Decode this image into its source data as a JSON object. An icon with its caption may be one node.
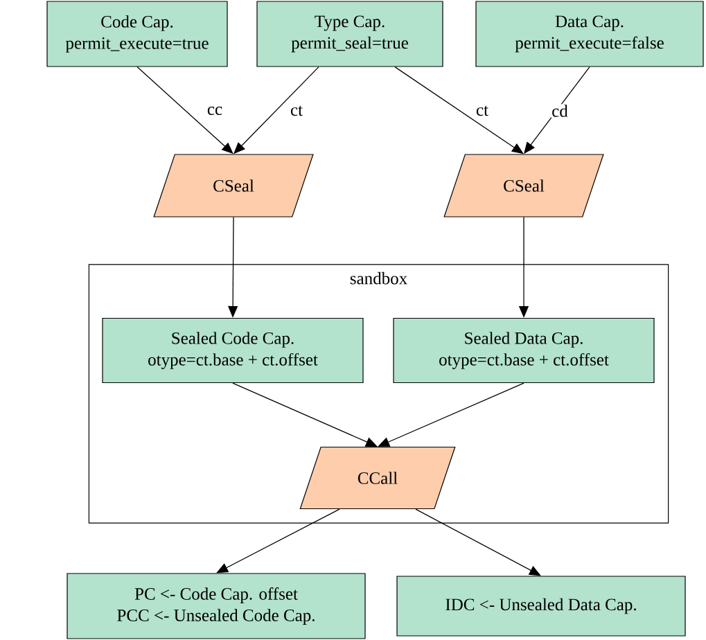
{
  "diagram": {
    "nodes": [
      {
        "text": [
          "Code Cap.",
          "permit_execute=true"
        ]
      },
      {
        "text": [
          "Type Cap.",
          "permit_seal=true"
        ]
      },
      {
        "text": [
          "Data Cap.",
          "permit_execute=false"
        ]
      },
      {
        "text": [
          "CSeal"
        ]
      },
      {
        "text": [
          "CSeal"
        ]
      },
      {
        "text": [
          "sandbox"
        ]
      },
      {
        "text": [
          "Sealed Code Cap.",
          "otype=ct.base + ct.offset"
        ],
        "in": 5
      },
      {
        "text": [
          "Sealed Data Cap.",
          "otype=ct.base + ct.offset"
        ],
        "in": 5
      },
      {
        "text": [
          "CCall"
        ],
        "in": 5
      },
      {
        "text": [
          "PC <- Code Cap. offset",
          "PCC <- Unsealed Code Cap."
        ]
      },
      {
        "text": [
          "IDC <- Unsealed Data Cap."
        ]
      }
    ],
    "edges": [
      {
        "from": 0,
        "to": 3,
        "arrow": "to",
        "label": "cc"
      },
      {
        "from": 1,
        "to": 3,
        "arrow": "to",
        "label": "ct"
      },
      {
        "from": 1,
        "to": 4,
        "arrow": "to",
        "label": "ct"
      },
      {
        "from": 2,
        "to": 4,
        "arrow": "to",
        "label": "cd"
      },
      {
        "from": 3,
        "to": 6,
        "arrow": "to"
      },
      {
        "from": 4,
        "to": 7,
        "arrow": "to"
      },
      {
        "from": 6,
        "to": 8,
        "arrow": "to"
      },
      {
        "from": 7,
        "to": 8,
        "arrow": "to"
      },
      {
        "from": 8,
        "to": 9,
        "arrow": "to"
      },
      {
        "from": 8,
        "to": 10,
        "arrow": "to"
      }
    ]
  }
}
